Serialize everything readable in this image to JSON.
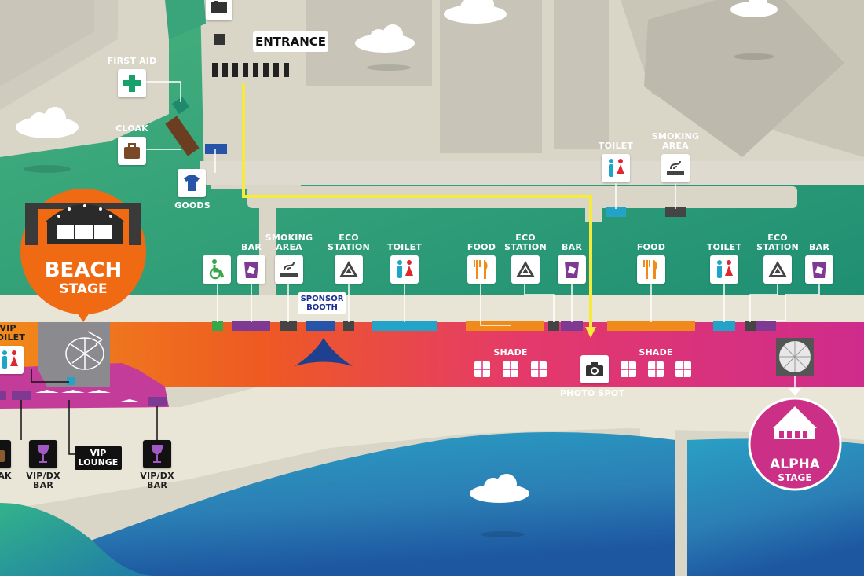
{
  "map": {
    "entrance_label": "ENTRANCE",
    "stages": [
      {
        "id": "beach",
        "line1": "BEACH",
        "line2": "STAGE",
        "color": "#ef6a12"
      },
      {
        "id": "alpha",
        "line1": "ALPHA",
        "line2": "STAGE",
        "color": "#cc2f86"
      }
    ],
    "top_facilities": [
      {
        "label": "FIRST AID",
        "icon": "first-aid-icon"
      },
      {
        "label": "CLOAK",
        "icon": "cloak-icon"
      },
      {
        "label": "GOODS",
        "icon": "goods-icon"
      },
      {
        "label": "TOILET",
        "icon": "toilet-icon"
      },
      {
        "label": "SMOKING\nAREA",
        "icon": "smoking-icon"
      }
    ],
    "row_facilities": [
      {
        "label": "",
        "icon": "accessible-icon"
      },
      {
        "label": "BAR",
        "icon": "bar-icon"
      },
      {
        "label": "SMOKING\nAREA",
        "icon": "smoking-icon"
      },
      {
        "label": "ECO\nSTATION",
        "icon": "recycle-icon"
      },
      {
        "label": "TOILET",
        "icon": "toilet-icon"
      },
      {
        "label": "FOOD",
        "icon": "food-icon"
      },
      {
        "label": "ECO\nSTATION",
        "icon": "recycle-icon"
      },
      {
        "label": "BAR",
        "icon": "bar-icon"
      },
      {
        "label": "FOOD",
        "icon": "food-icon"
      },
      {
        "label": "TOILET",
        "icon": "toilet-icon"
      },
      {
        "label": "ECO\nSTATION",
        "icon": "recycle-icon"
      },
      {
        "label": "BAR",
        "icon": "bar-icon"
      }
    ],
    "sponsor_booth": "SPONSOR\nBOOTH",
    "shade_labels": [
      "SHADE",
      "SHADE"
    ],
    "photo_spot": "PHOTO SPOT",
    "vip": {
      "toilet": "VIP\nTOILET",
      "lounge": "VIP\nLOUNGE",
      "bar_left": "VIP/DX\nBAR",
      "bar_right": "VIP/DX\nBAR",
      "cloak_partial": "AK"
    },
    "colors": {
      "green_zone": "#2f9e74",
      "path_orange": "#ef6a12",
      "path_pink": "#d8327f",
      "sea": "#2d8fb8",
      "route": "#f6ea3a"
    }
  }
}
